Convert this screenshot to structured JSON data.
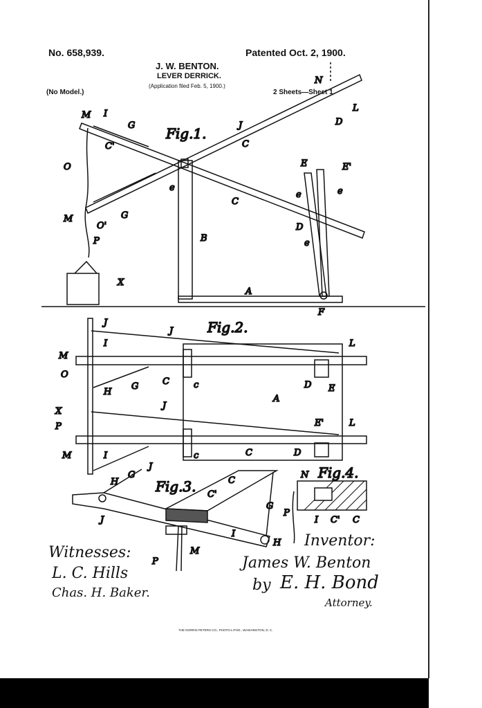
{
  "header": {
    "patent_number": "No. 658,939.",
    "patent_date": "Patented Oct. 2, 1900.",
    "inventor_name": "J. W. BENTON.",
    "title": "LEVER DERRICK.",
    "application": "(Application filed Feb. 5, 1900.)",
    "model": "(No Model.)",
    "sheets": "2 Sheets—Sheet 1."
  },
  "figures": {
    "fig1": "Fig.1.",
    "fig2": "Fig.2.",
    "fig3": "Fig.3.",
    "fig4": "Fig.4."
  },
  "labels": {
    "A": "A",
    "B": "B",
    "C": "C",
    "C1": "C'",
    "D": "D",
    "E": "E",
    "E1": "E'",
    "F": "F",
    "G": "G",
    "H": "H",
    "I": "I",
    "J": "J",
    "L": "L",
    "M": "M",
    "N": "N",
    "O": "O",
    "O1": "O'",
    "P": "P",
    "X": "X",
    "e": "e",
    "c": "c"
  },
  "signatures": {
    "witnesses_label": "Witnesses:",
    "witness_1": "L. C. Hills",
    "witness_2": "Chas. H. Baker.",
    "inventor_label": "Inventor:",
    "inventor": "James W. Benton",
    "by": "by",
    "attorney": "E. H. Bond",
    "attorney_label": "Attorney."
  },
  "footer": {
    "lithographer": "THE NORRIS PETERS CO., PHOTO-LITHO., WASHINGTON, D. C."
  }
}
